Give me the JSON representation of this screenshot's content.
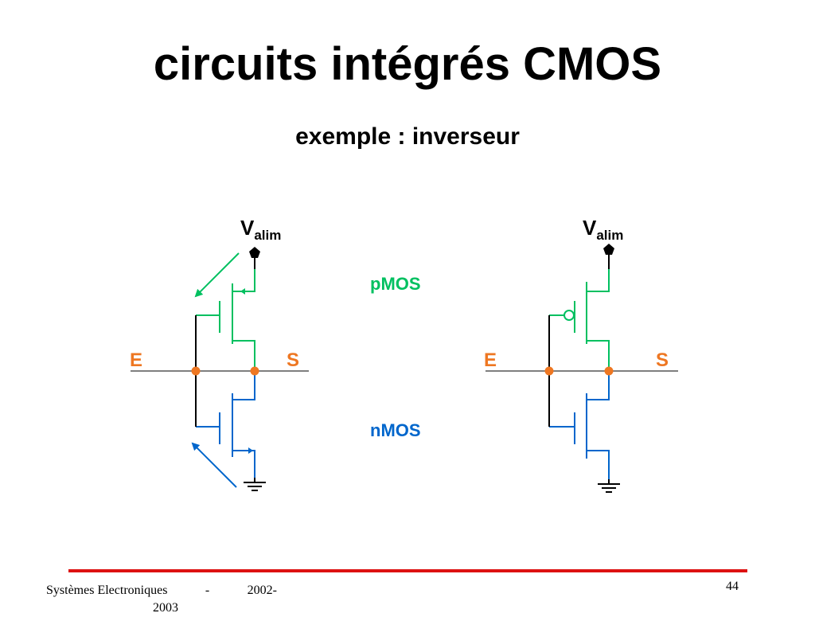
{
  "title": "circuits intégrés CMOS",
  "subtitle": "exemple  : inverseur",
  "labels": {
    "v_main": "V",
    "v_sub": "alim",
    "input": "E",
    "output": "S",
    "pmos": "pMOS",
    "nmos": "nMOS"
  },
  "footer": {
    "course": "Systèmes Electroniques",
    "dash": "-",
    "year_start": "2002-",
    "year_end": "2003",
    "page": "44"
  },
  "colors": {
    "pmos": "#00c060",
    "nmos": "#0066cc",
    "node": "#ee7722",
    "wire": "#000000",
    "rule": "#dd1111"
  }
}
